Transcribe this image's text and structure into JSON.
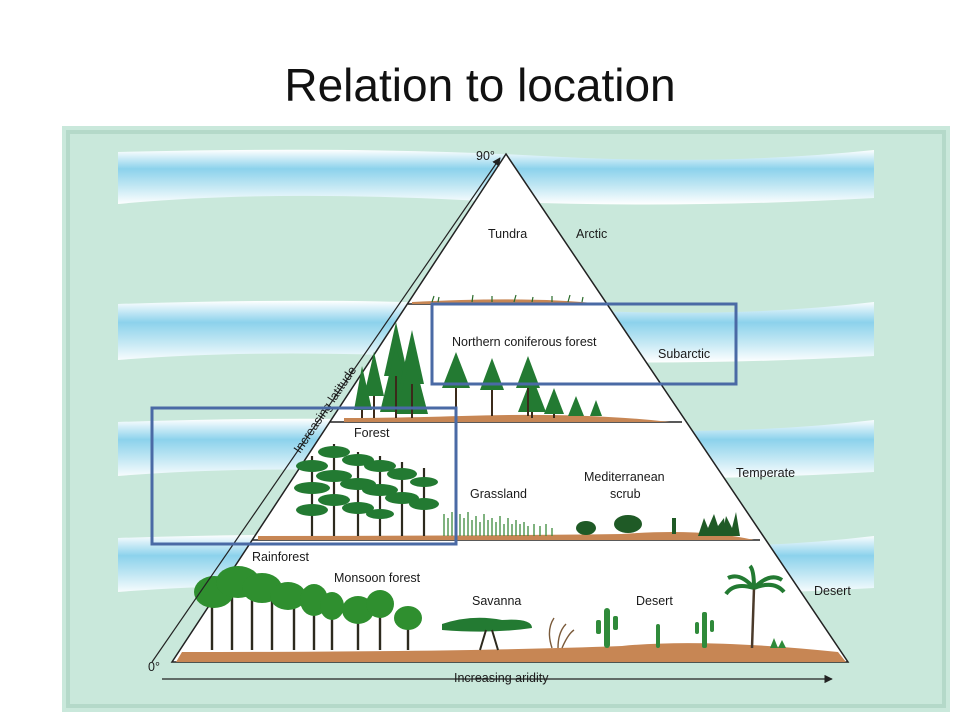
{
  "title": "Relation to location",
  "diagram": {
    "apex_label": "90°",
    "origin_label": "0°",
    "latitude_axis_label": "Increasing latitude",
    "aridity_axis_label": "Increasing aridity",
    "zones": {
      "arctic": {
        "zone": "Arctic",
        "biomes": [
          "Tundra"
        ]
      },
      "subarctic": {
        "zone": "Subarctic",
        "biomes": [
          "Northern coniferous forest"
        ]
      },
      "temperate": {
        "zone": "Temperate",
        "biomes": [
          "Forest",
          "Grassland",
          "Mediterranean",
          "scrub"
        ]
      },
      "tropical": {
        "zone": "Desert",
        "biomes": [
          "Rainforest",
          "Monsoon forest",
          "Savanna",
          "Desert"
        ]
      }
    },
    "highlighted": [
      "Northern coniferous forest",
      "Forest"
    ],
    "colors": {
      "background": "#c9e8db",
      "band_blue": "#8cd2ec",
      "ground": "#c78654",
      "tree": "#237a32",
      "highlight": "#4a6aa5"
    }
  }
}
